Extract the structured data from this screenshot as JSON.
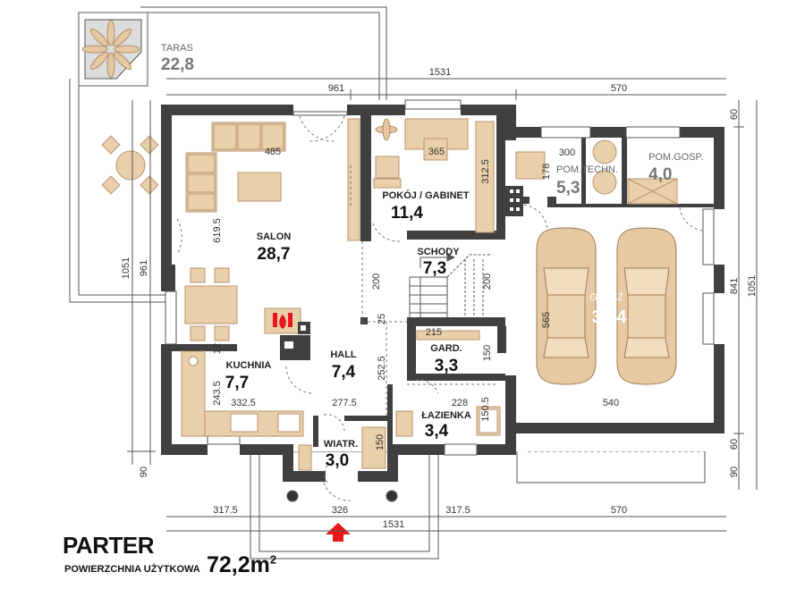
{
  "title": "PARTER",
  "subtitle": "POWIERZCHNIA UŻYTKOWA",
  "total_area": "72,2m",
  "total_area_sup": "2",
  "rooms": {
    "taras": {
      "name": "TARAS",
      "area": "22,8"
    },
    "salon": {
      "name": "SALON",
      "area": "28,7"
    },
    "pokoj": {
      "name": "POKÓJ / GABINET",
      "area": "11,4"
    },
    "schody": {
      "name": "SCHODY",
      "area": "7,3"
    },
    "hall": {
      "name": "HALL",
      "area": "7,4"
    },
    "kuchnia": {
      "name": "KUCHNIA",
      "area": "7,7"
    },
    "gard": {
      "name": "GARD.",
      "area": "3,3"
    },
    "lazienka": {
      "name": "ŁAZIENKA",
      "area": "3,4"
    },
    "wiatr": {
      "name": "WIATR.",
      "area": "3,0"
    },
    "pomtech": {
      "name": "POM.TECHN.",
      "area": "5,3"
    },
    "pomgosp": {
      "name": "POM.GOSP.",
      "area": "4,0"
    },
    "garaz": {
      "name": "GARAŻ",
      "area": "30,4"
    }
  },
  "dimensions": {
    "top_total": "1531",
    "top_left": "961",
    "top_right": "570",
    "bottom_a": "317.5",
    "bottom_b": "326",
    "bottom_c": "317.5",
    "bottom_d": "570",
    "bottom_total": "1531",
    "left_outer": "1051",
    "left_inner": "961",
    "left_bottom": "90",
    "right_a": "841",
    "right_b": "1051",
    "right_top": "60",
    "right_bottom_60": "60",
    "right_bottom_90": "90",
    "salon_w": "485",
    "salon_h": "619.5",
    "pokoj_w": "365",
    "pokoj_h": "312.5",
    "schody_h": "200",
    "schody_h2": "200",
    "hall_w": "25",
    "hall_h": "252.5",
    "gard_w": "215",
    "gard_h": "150",
    "laz_w": "228",
    "laz_h": "150.5",
    "kuch_w": "332.5",
    "kuch_h": "243.5",
    "kuch_12": "12",
    "hall_277": "277.5",
    "wiatr_150": "150",
    "pomtech_w": "300",
    "pomtech_178": "178",
    "garaz_h": "565",
    "garaz_w": "540"
  },
  "colors": {
    "wall": "#404040",
    "furniture": "#e9cfaa",
    "car": "#e6c9a2",
    "arrow": "#e8171c",
    "line": "#555555"
  }
}
